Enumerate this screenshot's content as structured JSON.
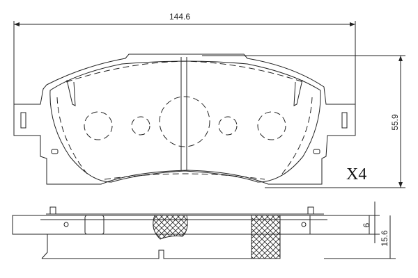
{
  "dimensions": {
    "width": "144.6",
    "height": "55.9",
    "backing_thickness": "6",
    "total_thickness": "15.6"
  },
  "quantity_label": "X4",
  "line_color": "#222222"
}
